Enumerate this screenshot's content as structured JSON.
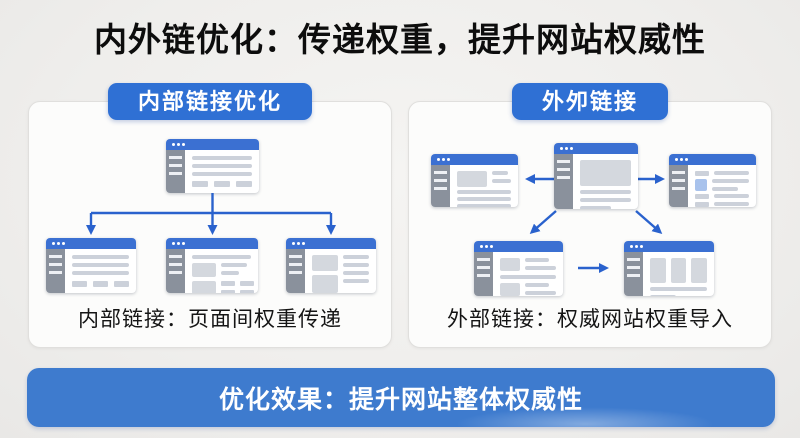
{
  "title": "内外链优化：传递权重，提升网站权威性",
  "panels": {
    "left": {
      "header": "内部链接优化",
      "caption": "内部链接：页面间权重传递"
    },
    "right": {
      "header": "外夘链接",
      "caption": "外部链接：权威网站权重导入"
    }
  },
  "footer": {
    "label": "优化效果：",
    "text": "提升网站整体权威性"
  },
  "colors": {
    "accent_blue": "#2f70d4",
    "footer_blue": "#3e7bce",
    "arrow_blue": "#2a62cd",
    "window_titlebar_blue": "#3b70d2",
    "sidebar_gray": "#8a919c",
    "placeholder_gray": "#ccd1da",
    "highlight_blue": "#a8c2ec",
    "background": "#efeeec",
    "panel_background": "#fcfcfb",
    "text_dark": "#0d0d0d"
  }
}
